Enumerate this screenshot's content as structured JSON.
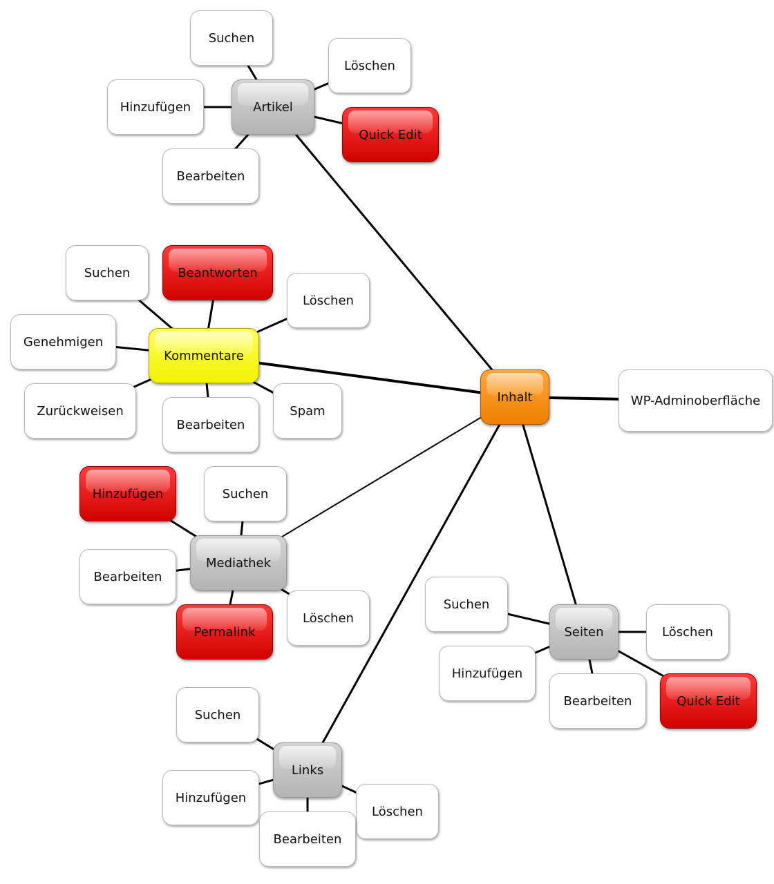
{
  "diagram": {
    "colors": {
      "plain": "#ffffff",
      "category": "#c4c4c4",
      "highlight": "#e80000",
      "comments": "#f8f800",
      "center": "#f89010"
    },
    "nodes": [
      {
        "id": "inhalt",
        "label": "Inhalt",
        "style": "orange"
      },
      {
        "id": "wp",
        "label": "WP-Adminoberfläche",
        "style": "white"
      },
      {
        "id": "artikel",
        "label": "Artikel",
        "style": "grey"
      },
      {
        "id": "artikel-suchen",
        "label": "Suchen",
        "style": "white"
      },
      {
        "id": "artikel-loeschen",
        "label": "Löschen",
        "style": "white"
      },
      {
        "id": "artikel-hinzufuegen",
        "label": "Hinzufügen",
        "style": "white"
      },
      {
        "id": "artikel-quickedit",
        "label": "Quick Edit",
        "style": "red"
      },
      {
        "id": "artikel-bearbeiten",
        "label": "Bearbeiten",
        "style": "white"
      },
      {
        "id": "kommentare",
        "label": "Kommentare",
        "style": "yellow"
      },
      {
        "id": "kommentare-suchen",
        "label": "Suchen",
        "style": "white"
      },
      {
        "id": "kommentare-beantworten",
        "label": "Beantworten",
        "style": "red"
      },
      {
        "id": "kommentare-loeschen",
        "label": "Löschen",
        "style": "white"
      },
      {
        "id": "kommentare-genehmigen",
        "label": "Genehmigen",
        "style": "white"
      },
      {
        "id": "kommentare-zurueckweisen",
        "label": "Zurückweisen",
        "style": "white"
      },
      {
        "id": "kommentare-bearbeiten",
        "label": "Bearbeiten",
        "style": "white"
      },
      {
        "id": "kommentare-spam",
        "label": "Spam",
        "style": "white"
      },
      {
        "id": "mediathek",
        "label": "Mediathek",
        "style": "grey"
      },
      {
        "id": "mediathek-hinzufuegen",
        "label": "Hinzufügen",
        "style": "red"
      },
      {
        "id": "mediathek-suchen",
        "label": "Suchen",
        "style": "white"
      },
      {
        "id": "mediathek-bearbeiten",
        "label": "Bearbeiten",
        "style": "white"
      },
      {
        "id": "mediathek-permalink",
        "label": "Permalink",
        "style": "red"
      },
      {
        "id": "mediathek-loeschen",
        "label": "Löschen",
        "style": "white"
      },
      {
        "id": "seiten",
        "label": "Seiten",
        "style": "grey"
      },
      {
        "id": "seiten-suchen",
        "label": "Suchen",
        "style": "white"
      },
      {
        "id": "seiten-loeschen",
        "label": "Löschen",
        "style": "white"
      },
      {
        "id": "seiten-hinzufuegen",
        "label": "Hinzufügen",
        "style": "white"
      },
      {
        "id": "seiten-bearbeiten",
        "label": "Bearbeiten",
        "style": "white"
      },
      {
        "id": "seiten-quickedit",
        "label": "Quick Edit",
        "style": "red"
      },
      {
        "id": "links",
        "label": "Links",
        "style": "grey"
      },
      {
        "id": "links-suchen",
        "label": "Suchen",
        "style": "white"
      },
      {
        "id": "links-hinzufuegen",
        "label": "Hinzufügen",
        "style": "white"
      },
      {
        "id": "links-loeschen",
        "label": "Löschen",
        "style": "white"
      },
      {
        "id": "links-bearbeiten",
        "label": "Bearbeiten",
        "style": "white"
      }
    ],
    "edges": [
      [
        "inhalt",
        "wp"
      ],
      [
        "inhalt",
        "artikel"
      ],
      [
        "inhalt",
        "kommentare"
      ],
      [
        "inhalt",
        "mediathek"
      ],
      [
        "inhalt",
        "links"
      ],
      [
        "inhalt",
        "seiten"
      ],
      [
        "artikel",
        "artikel-suchen"
      ],
      [
        "artikel",
        "artikel-loeschen"
      ],
      [
        "artikel",
        "artikel-hinzufuegen"
      ],
      [
        "artikel",
        "artikel-quickedit"
      ],
      [
        "artikel",
        "artikel-bearbeiten"
      ],
      [
        "kommentare",
        "kommentare-suchen"
      ],
      [
        "kommentare",
        "kommentare-beantworten"
      ],
      [
        "kommentare",
        "kommentare-loeschen"
      ],
      [
        "kommentare",
        "kommentare-genehmigen"
      ],
      [
        "kommentare",
        "kommentare-zurueckweisen"
      ],
      [
        "kommentare",
        "kommentare-bearbeiten"
      ],
      [
        "kommentare",
        "kommentare-spam"
      ],
      [
        "mediathek",
        "mediathek-hinzufuegen"
      ],
      [
        "mediathek",
        "mediathek-suchen"
      ],
      [
        "mediathek",
        "mediathek-bearbeiten"
      ],
      [
        "mediathek",
        "mediathek-permalink"
      ],
      [
        "mediathek",
        "mediathek-loeschen"
      ],
      [
        "seiten",
        "seiten-suchen"
      ],
      [
        "seiten",
        "seiten-loeschen"
      ],
      [
        "seiten",
        "seiten-hinzufuegen"
      ],
      [
        "seiten",
        "seiten-bearbeiten"
      ],
      [
        "seiten",
        "seiten-quickedit"
      ],
      [
        "links",
        "links-suchen"
      ],
      [
        "links",
        "links-hinzufuegen"
      ],
      [
        "links",
        "links-loeschen"
      ],
      [
        "links",
        "links-bearbeiten"
      ]
    ]
  }
}
